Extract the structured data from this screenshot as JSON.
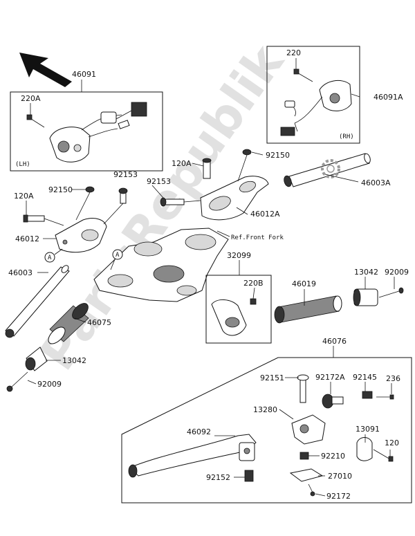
{
  "watermark": "PartsRepublik",
  "boxes": {
    "lh_tag": "(LH)",
    "rh_tag": "(RH)",
    "ref_front_fork": "Ref.Front Fork"
  },
  "callouts": {
    "c46091": "46091",
    "c220A": "220A",
    "c220": "220",
    "c46091A": "46091A",
    "c120A_top": "120A",
    "c92150_top": "92150",
    "c92153_right": "92153",
    "c46012A": "46012A",
    "c46003A": "46003A",
    "c92153_left": "92153",
    "c92150_left": "92150",
    "c120A_left": "120A",
    "c46012": "46012",
    "c46003": "46003",
    "c46075": "46075",
    "c13042_left": "13042",
    "c92009_left": "92009",
    "c32099": "32099",
    "c220B": "220B",
    "c46019": "46019",
    "c13042_right": "13042",
    "c92009_right": "92009",
    "c46076": "46076",
    "c92151": "92151",
    "c92172A": "92172A",
    "c92145": "92145",
    "c236": "236",
    "c13280": "13280",
    "c46092": "46092",
    "c13091": "13091",
    "c120": "120",
    "c92210": "92210",
    "c92152": "92152",
    "c27010": "27010",
    "c92172": "92172",
    "markA1": "A",
    "markA2": "A"
  }
}
